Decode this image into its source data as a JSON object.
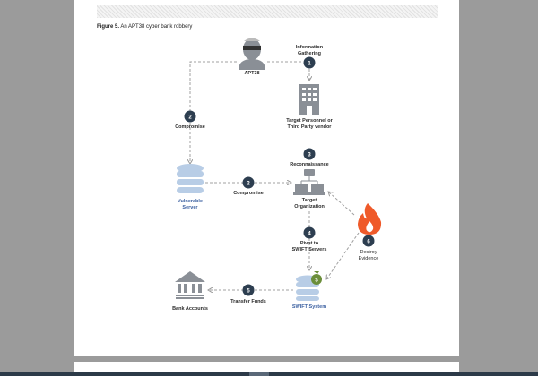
{
  "figure": {
    "caption_label": "Figure 5.",
    "caption_text": "An APT38 cyber bank robbery"
  },
  "nodes": {
    "apt38": "APT38",
    "target_personnel_1": "Target Personnel or",
    "target_personnel_2": "Third Party vendor",
    "vulnerable_server_1": "Vulnerable",
    "vulnerable_server_2": "Server",
    "target_org_1": "Target",
    "target_org_2": "Organization",
    "swift_system": "SWIFT System",
    "bank_accounts": "Bank Accounts"
  },
  "steps": {
    "s1_num": "1",
    "s1_a": "Information",
    "s1_b": "Gathering",
    "s2a_num": "2",
    "s2a": "Compromise",
    "s2b_num": "2",
    "s2b": "Compromise",
    "s3_num": "3",
    "s3": "Reconnaissance",
    "s4_num": "4",
    "s4_a": "Pivot to",
    "s4_b": "SWIFT Servers",
    "s5_num": "5",
    "s5": "Transfer Funds",
    "s6_num": "6",
    "s6_a": "Destroy",
    "s6_b": "Evidence",
    "money_symbol": "$"
  },
  "colors": {
    "step_circle": "#2d3e50",
    "icon_grey": "#8a8f96",
    "db_blue": "#b8cde6",
    "fire": "#ef5a2a",
    "money": "#6b8e3a",
    "label_blue": "#3a5fa0"
  }
}
